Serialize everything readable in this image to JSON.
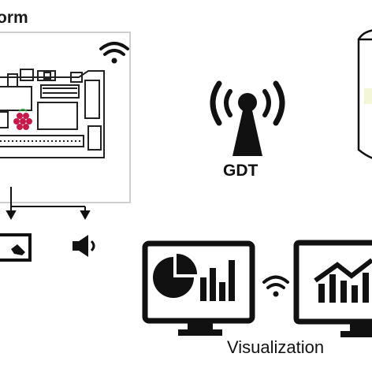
{
  "platform": {
    "title": "orm"
  },
  "ground_station": {
    "label": "GDT"
  },
  "visualization": {
    "label": "Visualization"
  },
  "icons": {
    "board_wifi": "wifi-icon",
    "board": "raspberry-pi-board-icon",
    "touchscreen": "touchscreen-icon",
    "speaker": "speaker-icon",
    "tower": "radio-tower-icon",
    "database": "database-cylinder-icon",
    "dashboard_monitor": "pie-bar-chart-monitor-icon",
    "link_wifi": "wifi-icon",
    "trend_monitor": "trend-chart-monitor-icon"
  },
  "colors": {
    "ink": "#1a1a1a",
    "raspberry": "#c51a4a",
    "database_tint": "#f3f7d8"
  }
}
